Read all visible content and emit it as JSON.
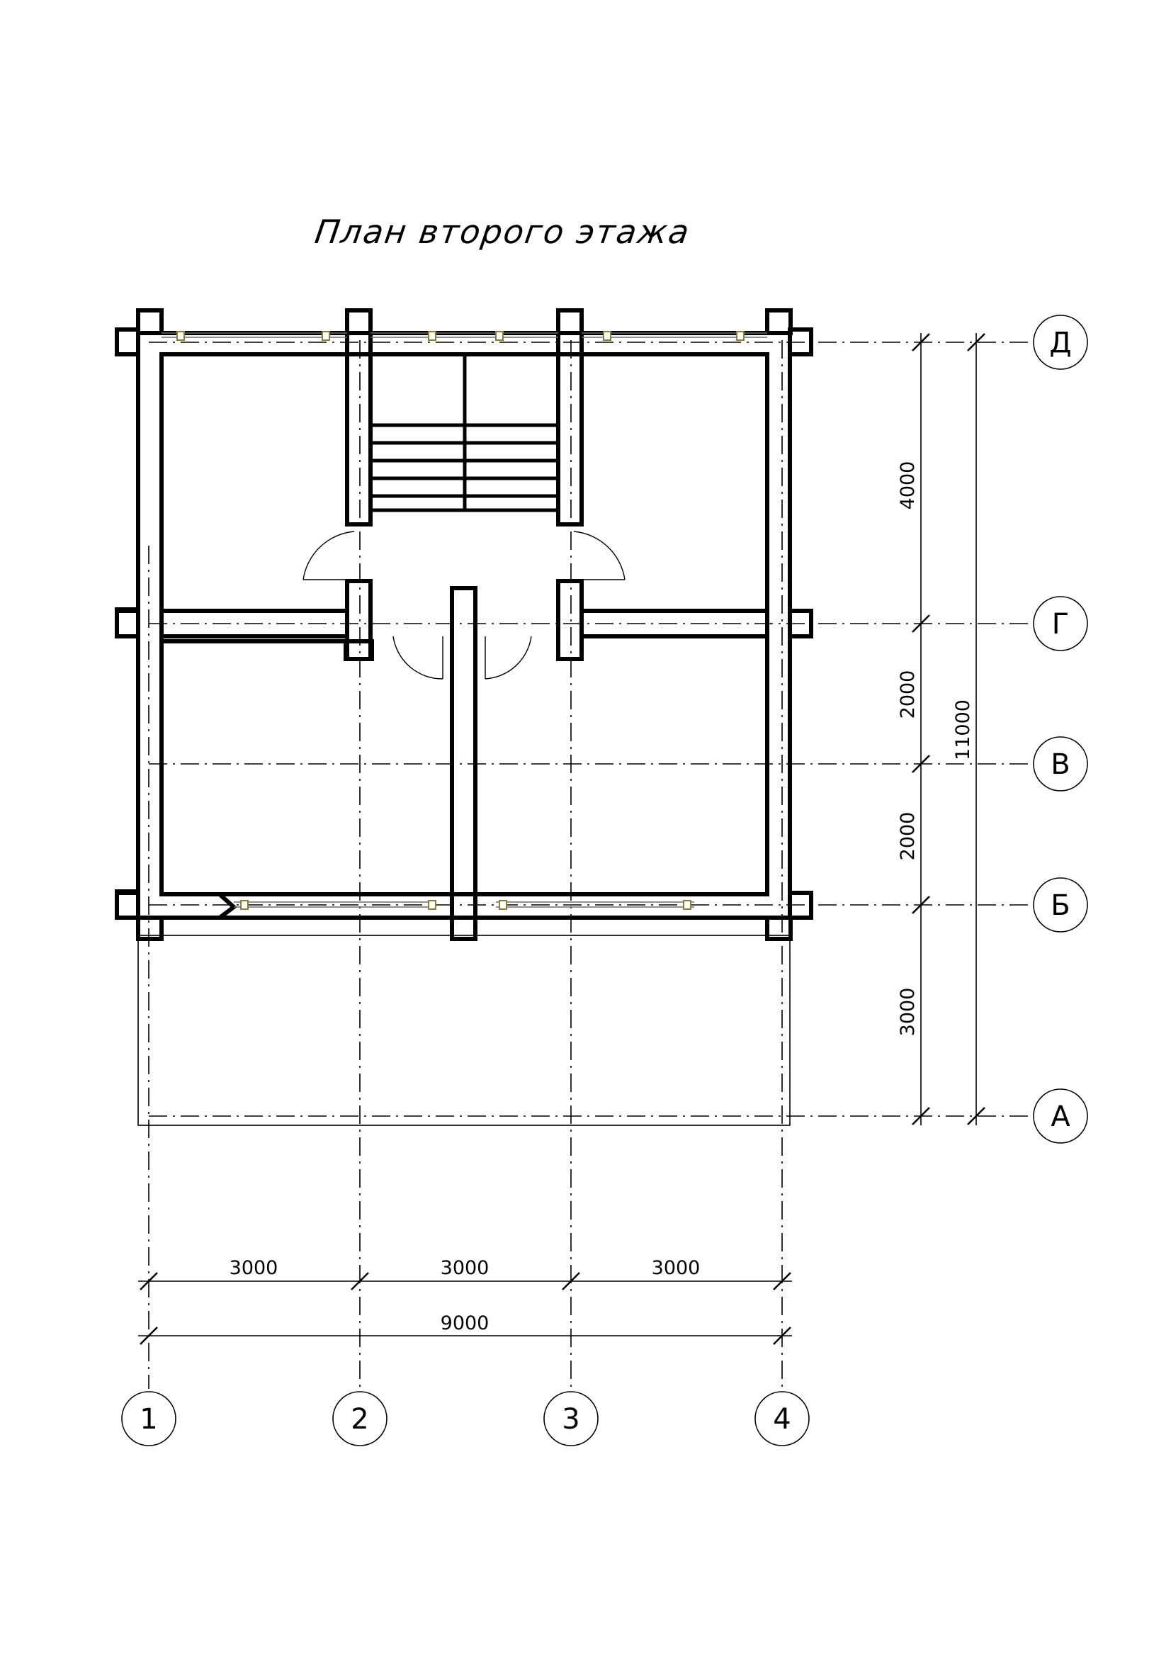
{
  "title": "План второго этажа",
  "axes": {
    "columns": [
      "1",
      "2",
      "3",
      "4"
    ],
    "rows": [
      "Д",
      "Г",
      "В",
      "Б",
      "А"
    ]
  },
  "dimensions": {
    "horizontal_segments": [
      "3000",
      "3000",
      "3000"
    ],
    "horizontal_total": "9000",
    "vertical_segments": [
      "4000",
      "2000",
      "2000",
      "3000"
    ],
    "vertical_total": "11000"
  },
  "colors": {
    "line": "#000000",
    "window_frame": "#8a7d3a",
    "background": "#ffffff"
  }
}
